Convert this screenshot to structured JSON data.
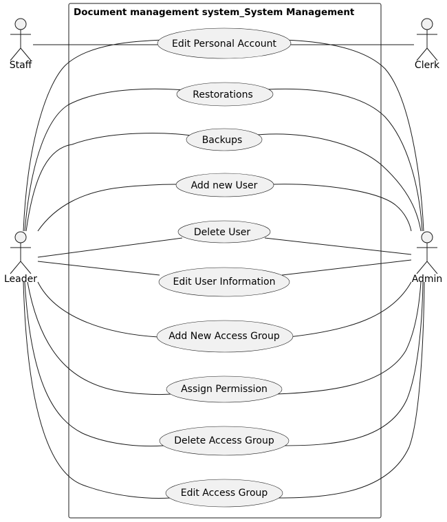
{
  "system_title": "Document management system_System Management",
  "actors": {
    "staff": "Staff",
    "clerk": "Clerk",
    "leader": "Leader",
    "admin": "Admin"
  },
  "use_cases": {
    "edit_personal_account": "Edit Personal Account",
    "restorations": "Restorations",
    "backups": "Backups",
    "add_new_user": "Add new User",
    "delete_user": "Delete User",
    "edit_user_information": "Edit User Information",
    "add_new_access_group": "Add New Access Group",
    "assign_permission": "Assign Permission",
    "delete_access_group": "Delete Access Group",
    "edit_access_group": "Edit Access Group"
  }
}
